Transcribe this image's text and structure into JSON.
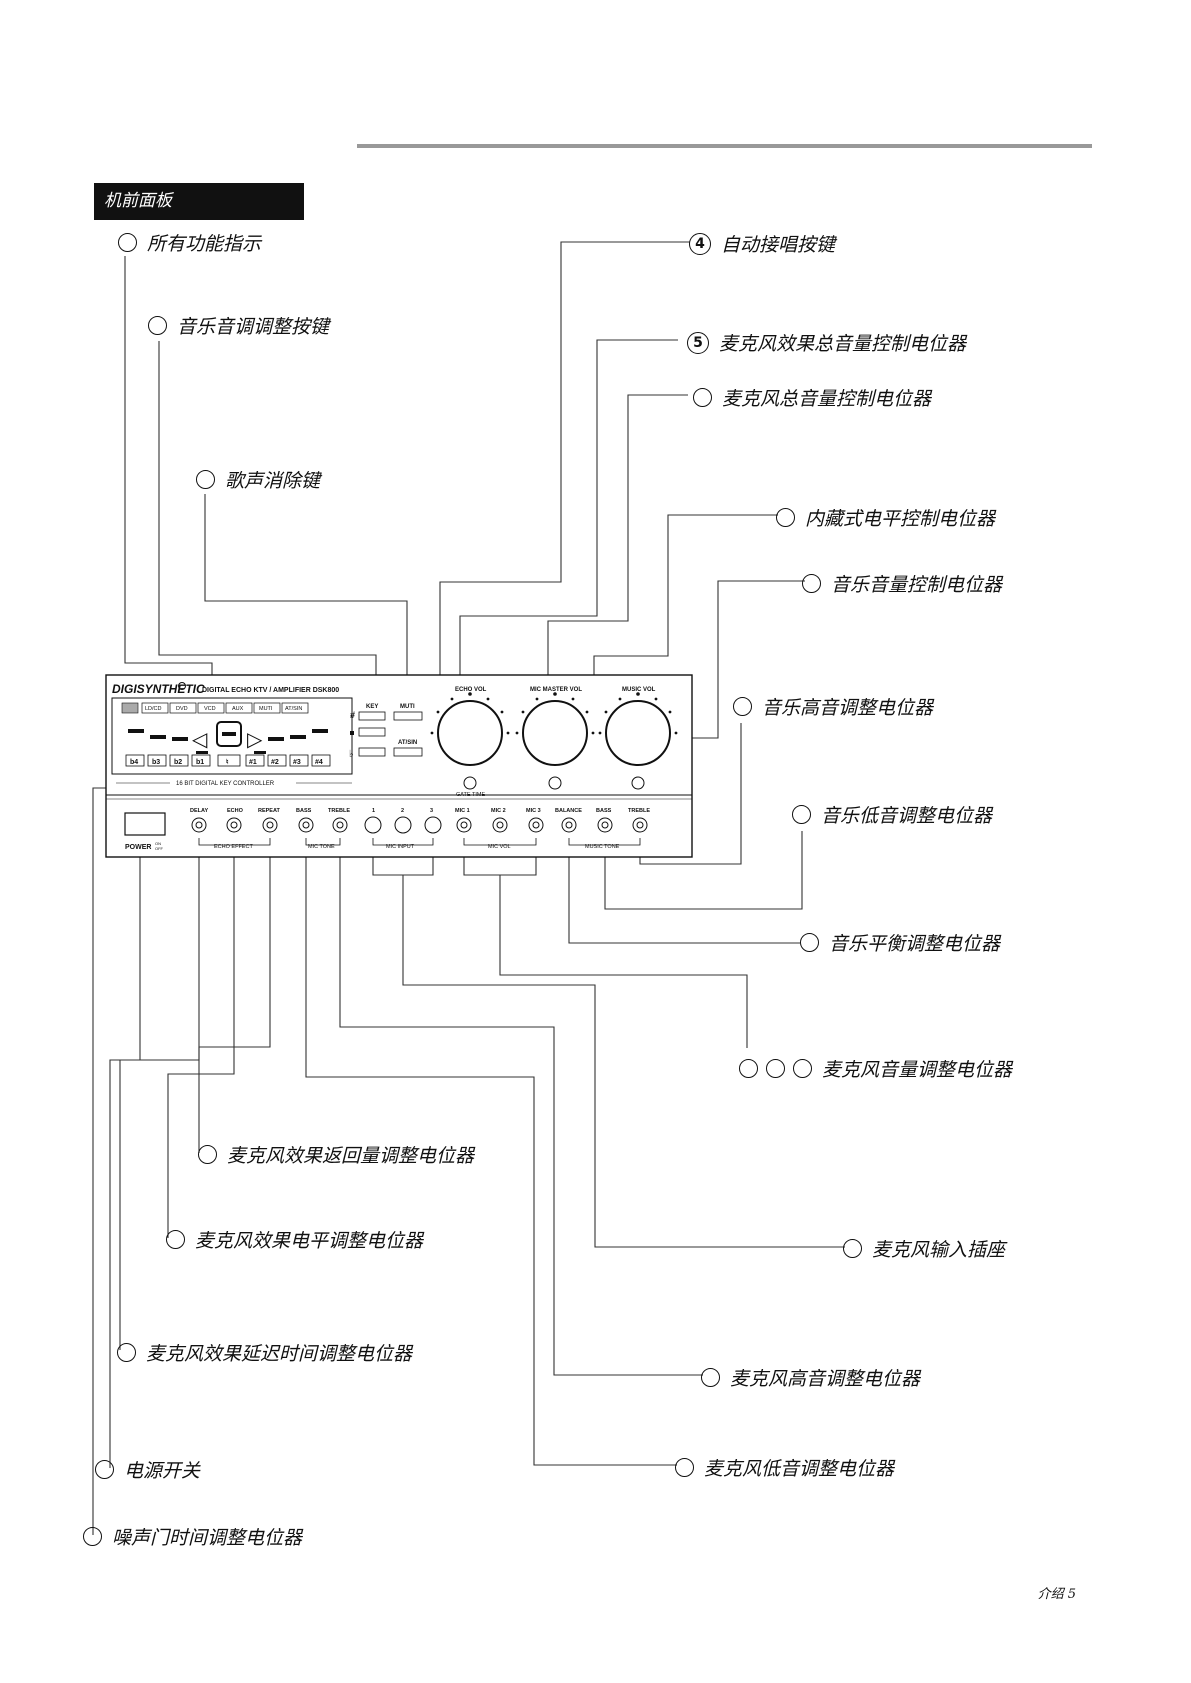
{
  "section_title": "机前面板",
  "page_number": "介绍 5",
  "callouts": {
    "all_function_indicators": "所有功能指示",
    "music_key_buttons": "音乐音调调整按键",
    "vocal_cancel_button": "歌声消除键",
    "auto_sing_button": {
      "num": "4",
      "label": "自动接唱按键"
    },
    "mic_effect_master_volume": {
      "num": "5",
      "label": "麦克风效果总音量控制电位器"
    },
    "mic_master_volume": "麦克风总音量控制电位器",
    "internal_level": "内藏式电平控制电位器",
    "music_volume": "音乐音量控制电位器",
    "music_treble": "音乐高音调整电位器",
    "music_bass": "音乐低音调整电位器",
    "music_balance": "音乐平衡调整电位器",
    "mic_volume": "麦克风音量调整电位器",
    "mic_echo_repeat": "麦克风效果返回量调整电位器",
    "mic_echo_level": "麦克风效果电平调整电位器",
    "mic_input_jacks": "麦克风输入插座",
    "mic_delay": "麦克风效果延迟时间调整电位器",
    "mic_treble": "麦克风高音调整电位器",
    "power_switch": "电源开关",
    "mic_bass": "麦克风低音调整电位器",
    "noise_gate": "噪声门时间调整电位器"
  },
  "panel": {
    "brand": "DIGISYNTHETIC",
    "model": "DIGITAL ECHO KTV / AMPLIFIER DSK800",
    "input_buttons": [
      "LD/CD",
      "DVD",
      "VCD",
      "AUX",
      "MUTI",
      "AT/SIN"
    ],
    "key_buttons": [
      "b4",
      "b3",
      "b2",
      "b1",
      "♮",
      "#1",
      "#2",
      "#3",
      "#4"
    ],
    "controller_label": "16 BIT DIGITAL KEY CONTROLLER",
    "sharp_symbol": "#",
    "flat_symbol": "♭",
    "key_label": "KEY",
    "muti_label": "MUTI",
    "atsin_label": "AT/SIN",
    "echo_vol": "ECHO VOL",
    "mic_master_vol": "MIC MASTER VOL",
    "music_vol": "MUSIC VOL",
    "gate_time": "GATE TIME",
    "power": "POWER",
    "power_on": "ON",
    "power_off": "OFF",
    "lower_knobs": [
      "DELAY",
      "ECHO",
      "REPEAT",
      "BASS",
      "TREBLE"
    ],
    "mic_input_numbers": [
      "1",
      "2",
      "3"
    ],
    "mic_vol_labels": [
      "MIC 1",
      "MIC 2",
      "MIC 3"
    ],
    "music_knobs": [
      "BALANCE",
      "BASS",
      "TREBLE"
    ],
    "group_echo_effect": "ECHO EFFECT",
    "group_mic_tone": "MIC TONE",
    "group_mic_input": "MIC INPUT",
    "group_mic_vol": "MIC VOL",
    "group_music_tone": "MUSIC TONE"
  }
}
